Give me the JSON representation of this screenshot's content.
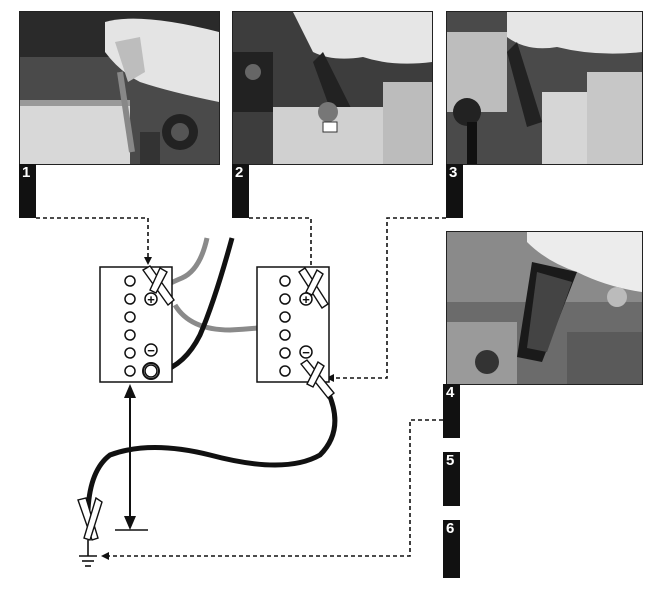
{
  "steps": [
    {
      "number": "1"
    },
    {
      "number": "2"
    },
    {
      "number": "3"
    },
    {
      "number": "4"
    },
    {
      "number": "5"
    },
    {
      "number": "6"
    }
  ],
  "battery_terminals": {
    "positive": "+",
    "negative": "−"
  },
  "colors": {
    "label_bg": "#111111",
    "positive_cable": "#8a8a8a",
    "negative_cable": "#111111",
    "photo_mid": "#7a7a7a"
  }
}
